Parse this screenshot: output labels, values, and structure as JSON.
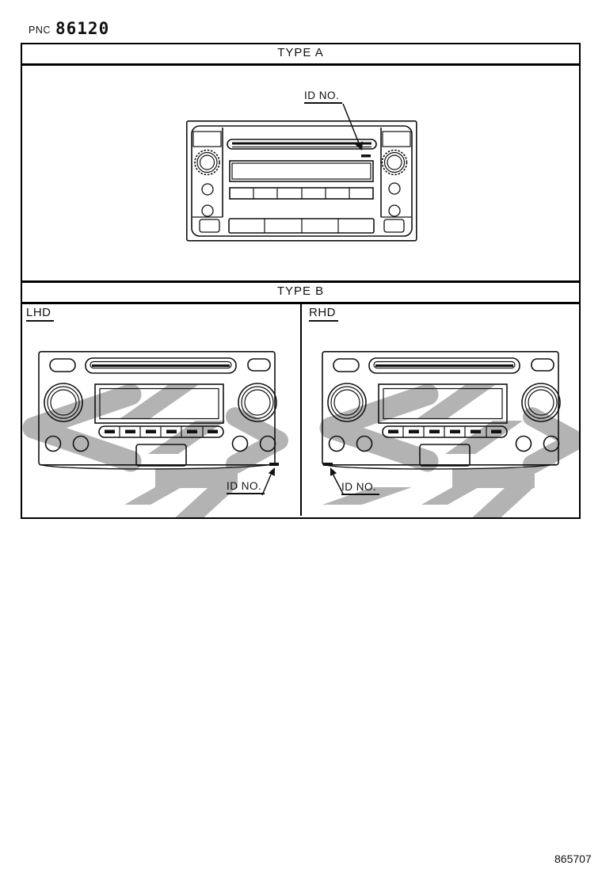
{
  "page": {
    "pnc_label": "PNC",
    "part_number": "86120",
    "doc_number": "865707"
  },
  "sections": {
    "type_a": {
      "label": "TYPE A",
      "id_label": "ID NO."
    },
    "type_b": {
      "label": "TYPE B",
      "lhd": {
        "label": "LHD",
        "id_label": "ID NO."
      },
      "rhd": {
        "label": "RHD",
        "id_label": "ID NO."
      }
    }
  },
  "colors": {
    "line": "#111111",
    "watermark": "#b3b3b3",
    "background": "#ffffff"
  }
}
